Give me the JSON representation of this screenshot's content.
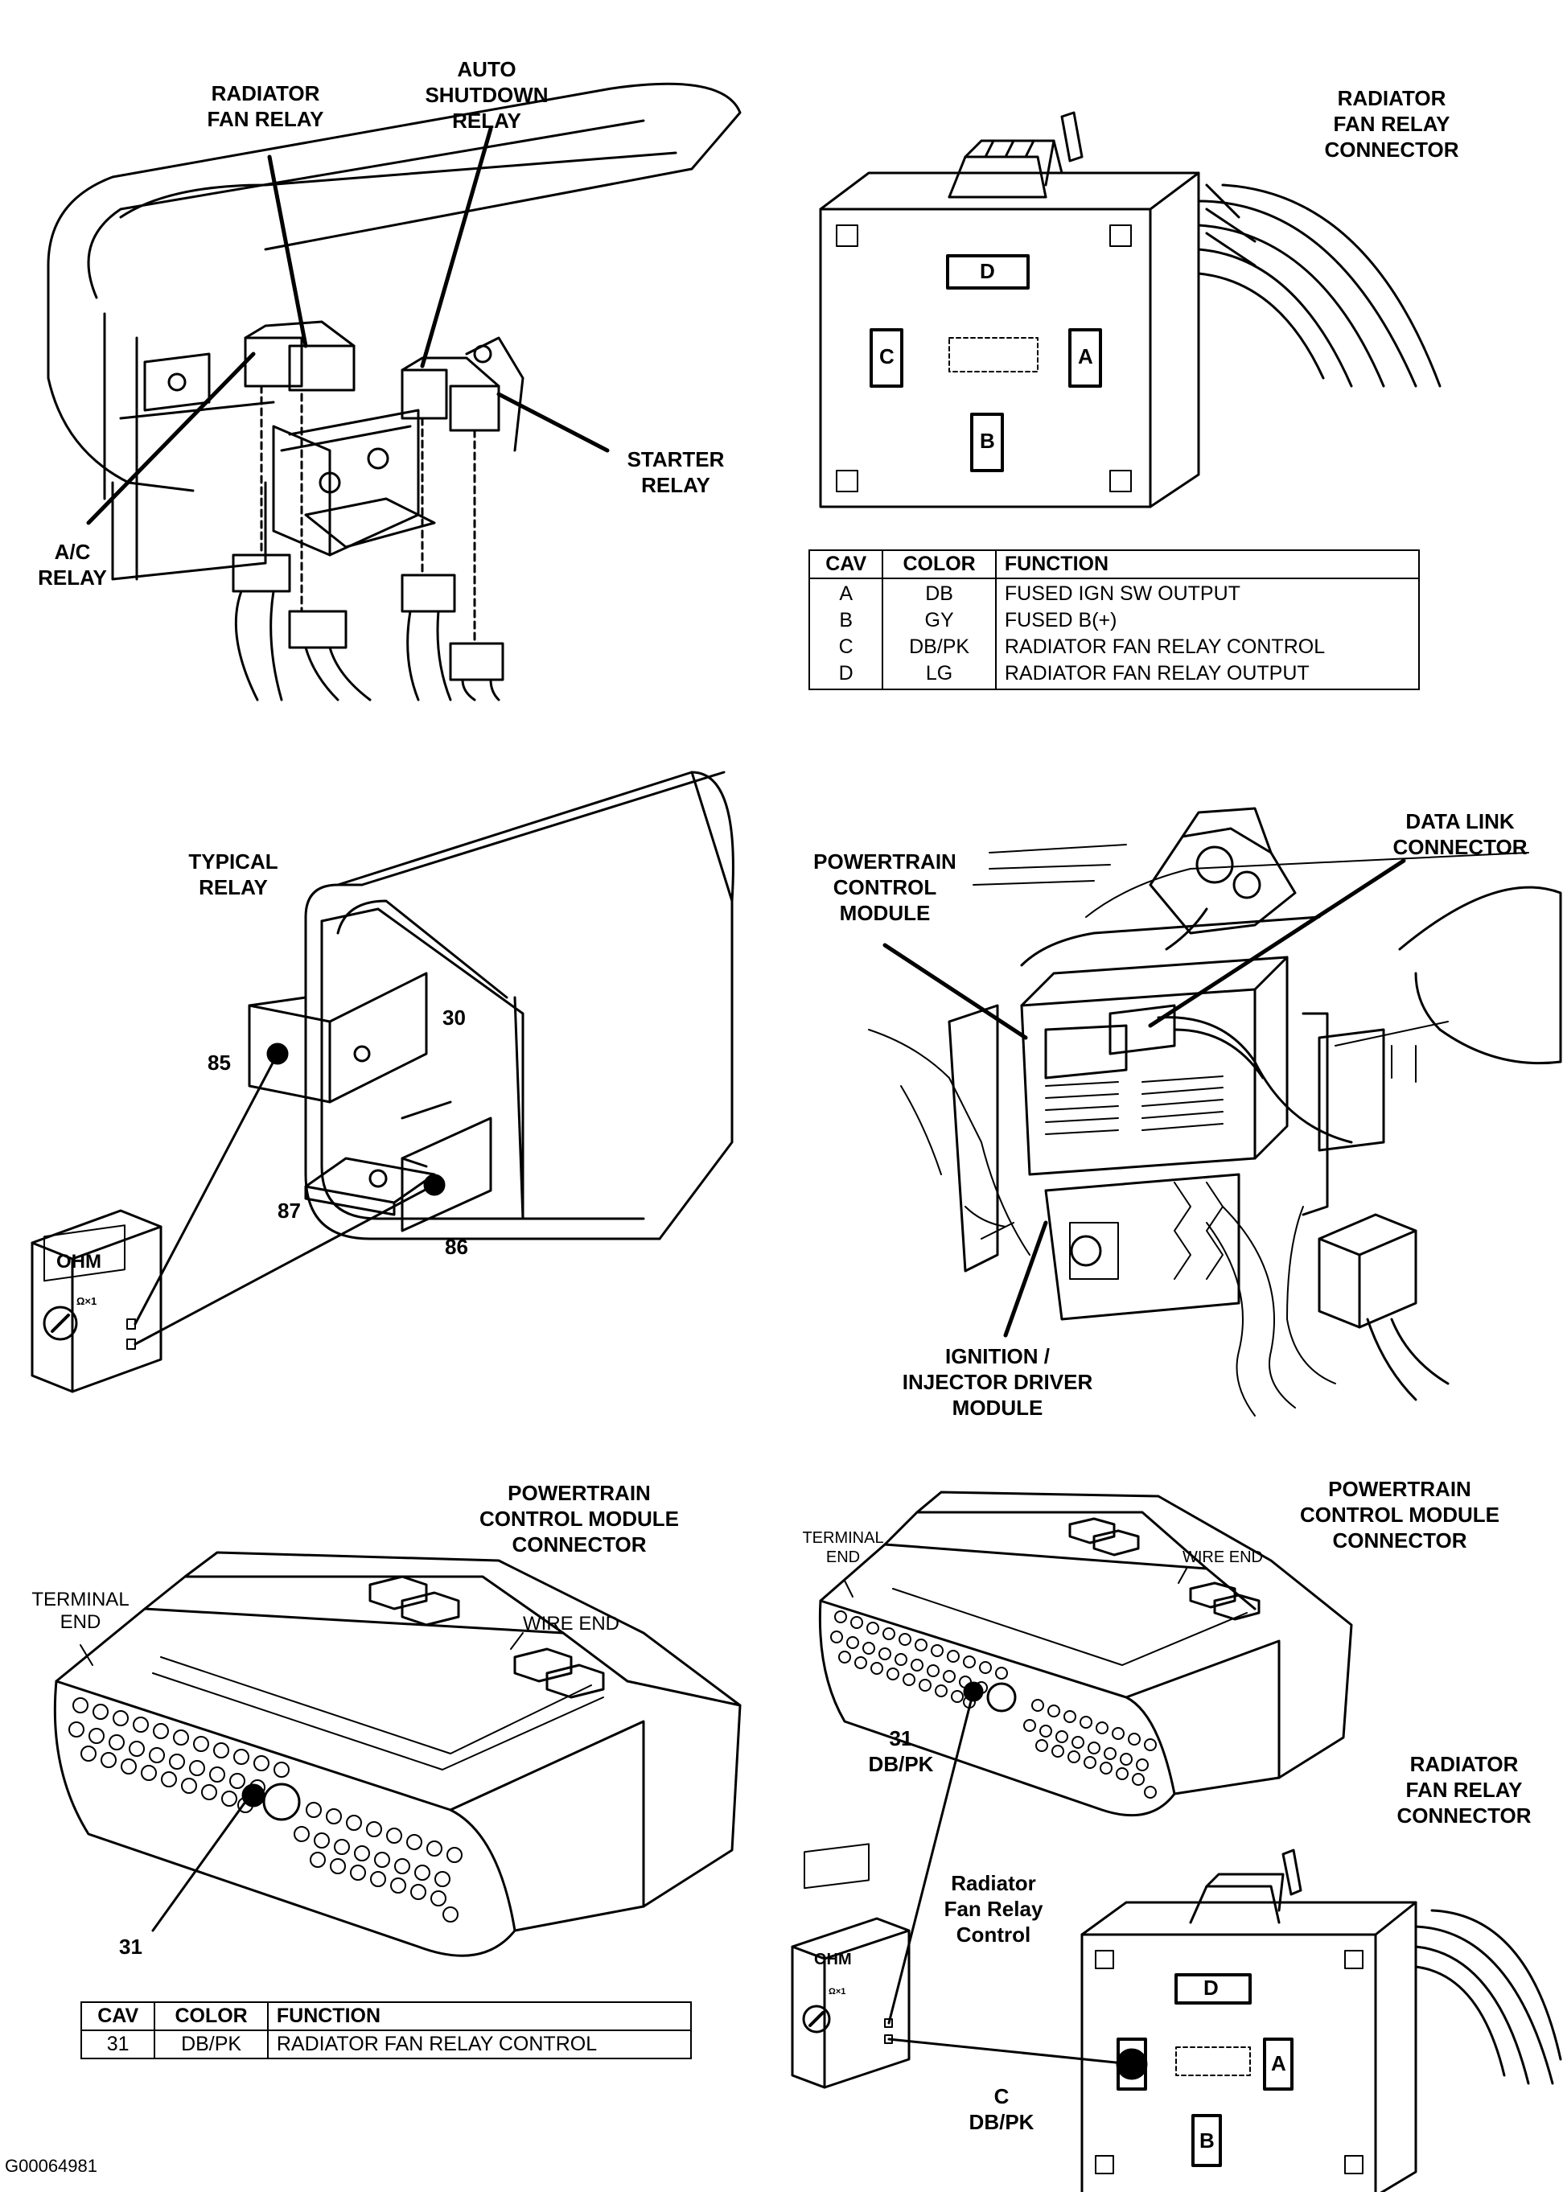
{
  "panel1": {
    "radiator_fan_relay": [
      "RADIATOR",
      "FAN RELAY"
    ],
    "auto_shutdown_relay": [
      "AUTO",
      "SHUTDOWN",
      "RELAY"
    ],
    "starter_relay": [
      "STARTER",
      "RELAY"
    ],
    "ac_relay": [
      "A/C",
      "RELAY"
    ]
  },
  "panel2": {
    "title": [
      "RADIATOR",
      "FAN RELAY",
      "CONNECTOR"
    ],
    "cavities": [
      "D",
      "C",
      "A",
      "B"
    ],
    "table": {
      "headers": [
        "CAV",
        "COLOR",
        "FUNCTION"
      ],
      "cav": [
        "A",
        "B",
        "C",
        "D"
      ],
      "color": [
        "DB",
        "GY",
        "DB/PK",
        "LG"
      ],
      "function": [
        "FUSED IGN SW OUTPUT",
        "FUSED B(+)",
        "RADIATOR FAN RELAY CONTROL",
        "RADIATOR FAN RELAY OUTPUT"
      ]
    }
  },
  "panel3": {
    "title": [
      "TYPICAL",
      "RELAY"
    ],
    "terminals": [
      "30",
      "85",
      "87",
      "86"
    ],
    "meter": "OHM",
    "range": "Ω×1"
  },
  "panel4": {
    "data_link": [
      "DATA LINK",
      "CONNECTOR"
    ],
    "pcm": [
      "POWERTRAIN",
      "CONTROL",
      "MODULE"
    ],
    "ignition": [
      "IGNITION /",
      "INJECTOR DRIVER",
      "MODULE"
    ]
  },
  "panel5": {
    "title": [
      "POWERTRAIN",
      "CONTROL MODULE",
      "CONNECTOR"
    ],
    "terminal_end": [
      "TERMINAL",
      "END"
    ],
    "wire_end": "WIRE  END",
    "pin": "31",
    "table": {
      "headers": [
        "CAV",
        "COLOR",
        "FUNCTION"
      ],
      "row": [
        "31",
        "DB/PK",
        "RADIATOR FAN RELAY CONTROL"
      ]
    }
  },
  "panel6": {
    "title": [
      "POWERTRAIN",
      "CONTROL MODULE",
      "CONNECTOR"
    ],
    "terminal_end": [
      "TERMINAL",
      "END"
    ],
    "wire_end": "WIRE  END",
    "pin": [
      "31",
      "DB/PK"
    ],
    "fan_relay_title": [
      "RADIATOR",
      "FAN RELAY",
      "CONNECTOR"
    ],
    "control": [
      "Radiator",
      "Fan Relay",
      "Control"
    ],
    "cav_c": [
      "C",
      "DB/PK"
    ],
    "cavities": [
      "D",
      "A",
      "B"
    ],
    "meter": "OHM",
    "range": "Ω×1"
  },
  "figure_code": "G00064981"
}
